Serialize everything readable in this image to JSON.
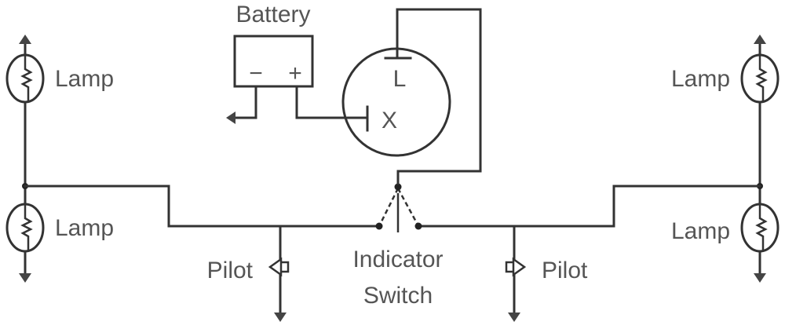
{
  "labels": {
    "battery": "Battery",
    "battery_negative": "−",
    "battery_positive": "+",
    "flasher_terminal_l": "L",
    "flasher_terminal_x": "X",
    "lamp_top_left": "Lamp",
    "lamp_bottom_left": "Lamp",
    "lamp_top_right": "Lamp",
    "lamp_bottom_right": "Lamp",
    "pilot_left": "Pilot",
    "pilot_right": "Pilot",
    "switch_line1": "Indicator",
    "switch_line2": "Switch"
  },
  "colors": {
    "wire": "#333333",
    "text": "#555555"
  }
}
